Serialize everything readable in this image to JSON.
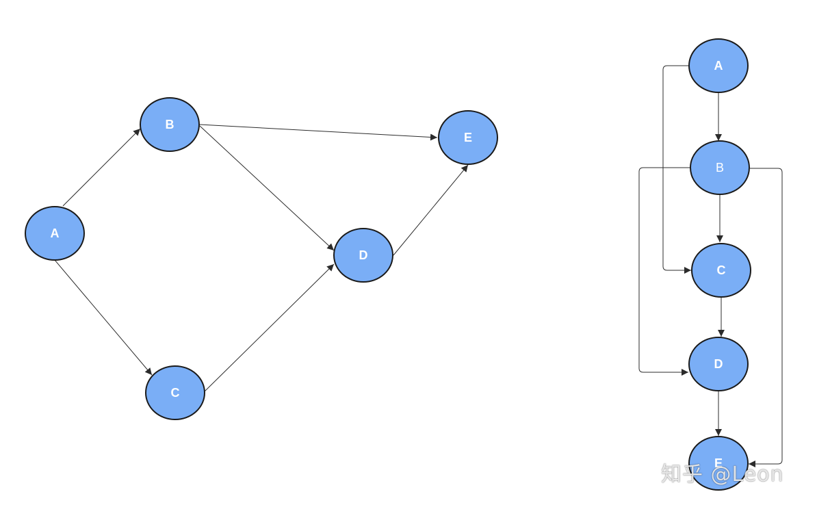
{
  "diagrams": [
    {
      "nodes": [
        {
          "id": "A",
          "label": "A"
        },
        {
          "id": "B",
          "label": "B"
        },
        {
          "id": "C",
          "label": "C"
        },
        {
          "id": "D",
          "label": "D"
        },
        {
          "id": "E",
          "label": "E"
        }
      ],
      "edges": [
        {
          "from": "A",
          "to": "B"
        },
        {
          "from": "A",
          "to": "C"
        },
        {
          "from": "B",
          "to": "D"
        },
        {
          "from": "B",
          "to": "E"
        },
        {
          "from": "C",
          "to": "D"
        },
        {
          "from": "D",
          "to": "E"
        }
      ]
    },
    {
      "nodes": [
        {
          "id": "A",
          "label": "A"
        },
        {
          "id": "B",
          "label": "B"
        },
        {
          "id": "C",
          "label": "C"
        },
        {
          "id": "D",
          "label": "D"
        },
        {
          "id": "E",
          "label": "E"
        }
      ],
      "edges": [
        {
          "from": "A",
          "to": "B"
        },
        {
          "from": "B",
          "to": "C"
        },
        {
          "from": "C",
          "to": "D"
        },
        {
          "from": "D",
          "to": "E"
        },
        {
          "from": "A",
          "to": "C"
        },
        {
          "from": "B",
          "to": "D"
        },
        {
          "from": "B",
          "to": "E"
        }
      ]
    }
  ],
  "colors": {
    "node_fill": "#7aaef6",
    "node_stroke": "#1a1a1a",
    "edge": "#2b2b2b",
    "label": "#ffffff"
  },
  "watermark": "知乎 @Leon"
}
